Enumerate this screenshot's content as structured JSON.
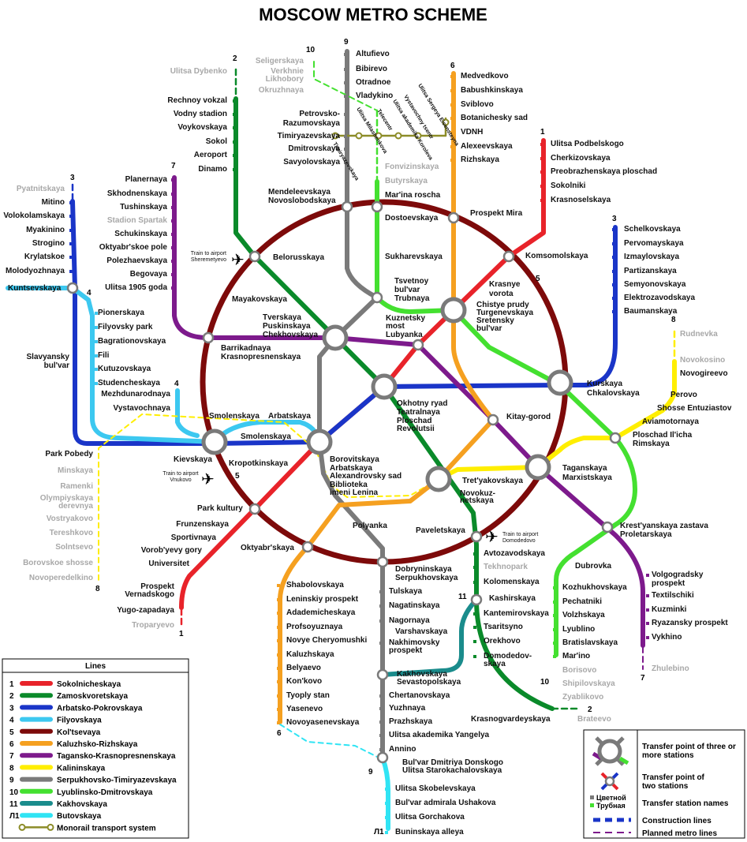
{
  "title": "MOSCOW METRO SCHEME",
  "colors": {
    "l1": "#e8232a",
    "l2": "#0a8a2a",
    "l3": "#1a35c8",
    "l4": "#3cc8f0",
    "l5": "#7d0a0a",
    "l6": "#f5a020",
    "l7": "#7d1a8c",
    "l8": "#ffee00",
    "l9": "#7a7a7a",
    "l10": "#44e030",
    "l11": "#1a8c8c",
    "l12": "#30e4f4",
    "mono": "#8c8c28"
  },
  "line_numbers": {
    "n1a": "1",
    "n1b": "1",
    "n2a": "2",
    "n2b": "2",
    "n3a": "3",
    "n3b": "3",
    "n4": "4",
    "n4b": "4",
    "n5": "5",
    "n5b": "5",
    "n6a": "6",
    "n6b": "6",
    "n7a": "7",
    "n7b": "7",
    "n8a": "8",
    "n8b": "8",
    "n9a": "9",
    "n9b": "9",
    "n10a": "10",
    "n10b": "10",
    "n11": "11",
    "nL1": "Л1"
  },
  "stations": {
    "altufievo": "Altufievo",
    "bibirevo": "Bibirevo",
    "otradnoe": "Otradnoe",
    "vladykino": "Vladykino",
    "petrovsko1": "Petrovsko-",
    "petrovsko2": "Razumovskaya",
    "timiryazevskaya": "Timiryazevskaya",
    "dmitrovskaya": "Dmitrovskaya",
    "savyolovskaya": "Savyolovskaya",
    "seligerskaya": "Seligerskaya",
    "verkhnie": "Verkhnie",
    "likhobory": "Likhobory",
    "okruzhnaya": "Okruzhnaya",
    "dybenko": "Ulitsa Dybenko",
    "rechnoy": "Rechnoy vokzal",
    "vodny": "Vodny stadion",
    "voykovskaya": "Voykovskaya",
    "sokol": "Sokol",
    "aeroport": "Aeroport",
    "dinamo": "Dinamo",
    "medvedkovo": "Medvedkovo",
    "babushkinskaya": "Babushkinskaya",
    "sviblovo": "Sviblovo",
    "botanichesky": "Botanichesky sad",
    "vdnh": "VDNH",
    "alexeevskaya": "Alexeevskaya",
    "rizhskaya": "Rizhskaya",
    "podbelskogo": "Ulitsa Podbelskogo",
    "cherkizovskaya": "Cherkizovskaya",
    "preobrazhenskaya": "Preobrazhenskaya ploschad",
    "sokolniki": "Sokolniki",
    "krasnoselskaya": "Krasnoselskaya",
    "fonvizinskaya": "Fonvizinskaya",
    "butyrskaya": "Butyrskaya",
    "marina_roscha": "Mar'ina roscha",
    "mendeleevskaya": "Mendeleevskaya",
    "novoslobodskaya": "Novoslobodskaya",
    "dostoevskaya": "Dostoevskaya",
    "prospekt_mira": "Prospekt Mira",
    "pyatnitskaya": "Pyatnitskaya",
    "mitino": "Mitino",
    "volokolamskaya": "Volokolamskaya",
    "myakinino": "Myakinino",
    "strogino": "Strogino",
    "krylatskoe": "Krylatskoe",
    "molodyozhnaya": "Molodyozhnaya",
    "kuntsevskaya": "Kuntsevskaya",
    "planernaya": "Planernaya",
    "skhodnenskaya": "Skhodnenskaya",
    "tushinskaya": "Tushinskaya",
    "spartak": "Stadion Spartak",
    "schukinskaya": "Schukinskaya",
    "oktyabrskoe": "Oktyabr'skoe pole",
    "polezhaevskaya": "Polezhaevskaya",
    "begovaya": "Begovaya",
    "ulitsa1905": "Ulitsa 1905 goda",
    "belorusskaya": "Belorusskaya",
    "sukharevskaya": "Sukharevskaya",
    "komsomolskaya": "Komsomolskaya",
    "krasnye1": "Krasnye",
    "krasnye2": "vorota",
    "tsvetnoy1": "Tsvetnoy",
    "tsvetnoy2": "bul'var",
    "trubnaya": "Trubnaya",
    "mayakovskaya": "Mayakovskaya",
    "chistye": "Chistye prudy",
    "turgenevskaya": "Turgenevskaya",
    "sretensky1": "Sretensky",
    "sretensky2": "bul'var",
    "tverskaya": "Tverskaya",
    "pushkinskaya": "Puskinskaya",
    "chekhovskaya": "Chekhovskaya",
    "kuznetsky1": "Kuznetsky",
    "kuznetsky2": "most",
    "lubyanka": "Lubyanka",
    "pionerskaya": "Pionerskaya",
    "filyovsky": "Filyovsky park",
    "bagrationovskaya": "Bagrationovskaya",
    "fili": "Fili",
    "kutuzovskaya": "Kutuzovskaya",
    "studencheskaya": "Studencheskaya",
    "mezhdunarodnaya": "Mezhdunarodnaya",
    "vystavochnaya": "Vystavochnaya",
    "barrikadnaya": "Barrikadnaya",
    "krasnopresnenskaya": "Krasnopresnenskaya",
    "slavyansky1": "Slavyansky",
    "slavyansky2": "bul'var",
    "schelkovskaya": "Schelkovskaya",
    "pervomayskaya": "Pervomayskaya",
    "izmaylovskaya": "Izmaylovskaya",
    "partizanskaya": "Partizanskaya",
    "semyonovskaya": "Semyonovskaya",
    "elektrozavodskaya": "Elektrozavodskaya",
    "baumanskaya": "Baumanskaya",
    "kurskaya": "Kurskaya",
    "chkalovskaya": "Chkalovskaya",
    "rudnevka": "Rudnevka",
    "novokosino": "Novokosino",
    "novogireevo": "Novogireevo",
    "perovo": "Perovo",
    "entuziastov": "Shosse Entuziastov",
    "aviamotornaya": "Aviamotornaya",
    "ilicha": "Ploschad Il'icha",
    "rimskaya": "Rimskaya",
    "okhotny": "Okhotny ryad",
    "teatralnaya": "Teatralnaya",
    "revolutsii1": "Ploschad",
    "revolutsii2": "Revolutsii",
    "kitay": "Kitay-gorod",
    "smolenskaya_a": "Smolenskaya",
    "arbatskaya_a": "Arbatskaya",
    "smolenskaya_b": "Smolenskaya",
    "kievskaya": "Kievskaya",
    "kropotkinskaya": "Kropotkinskaya",
    "borovitskaya": "Borovitskaya",
    "arbatskaya_b": "Arbatskaya",
    "alexandrovsky": "Alexandrovsky sad",
    "biblioteka1": "Biblioteka",
    "biblioteka2": "imeni Lenina",
    "park_pobedy": "Park Pobedy",
    "taganskaya": "Taganskaya",
    "marxistskaya": "Marxistskaya",
    "tretyakovskaya": "Tret'yakovskaya",
    "novokuz1": "Novokuz-",
    "novokuz2": "netskaya",
    "minskaya": "Minskaya",
    "ramenki": "Ramenki",
    "olymp1": "Olympiyskaya",
    "olymp2": "derevnya",
    "vostryakovo": "Vostryakovo",
    "tereshkovo": "Tereshkovo",
    "solntsevo": "Solntsevo",
    "borovskoe": "Borovskoe shosse",
    "novoperedelkino": "Novoperedelkino",
    "park_kultury": "Park kultury",
    "frunzenskaya": "Frunzenskaya",
    "sportivnaya": "Sportivnaya",
    "vorobyevy": "Vorob'yevy gory",
    "universitet": "Universitet",
    "vernadskogo1": "Prospekt",
    "vernadskogo2": "Vernadskogo",
    "yugo": "Yugo-zapadaya",
    "troparyevo": "Troparyevo",
    "polyanka": "Polyanka",
    "paveletskaya": "Paveletskaya",
    "oktyabrskaya": "Oktyabr'skaya",
    "krestyanskaya": "Krest'yanskaya zastava",
    "proletarskaya": "Proletarskaya",
    "avtozavodskaya": "Avtozavodskaya",
    "tekhnopark": "Tekhnopark",
    "kolomenskaya": "Kolomenskaya",
    "kashirskaya": "Kashirskaya",
    "kantemirovskaya": "Kantemirovskaya",
    "tsaritsyno": "Tsaritsyno",
    "orekhovo": "Orekhovo",
    "domodedov1": "Domodedov-",
    "domodedov2": "skaya",
    "krasnogvard": "Krasnogvardeyskaya",
    "brateevo": "Brateevo",
    "dobryninskaya": "Dobryninskaya",
    "serpukhovskaya": "Serpukhovskaya",
    "tulskaya": "Tulskaya",
    "nagatinskaya": "Nagatinskaya",
    "nagornaya": "Nagornaya",
    "varshavskaya": "Varshavskaya",
    "nakhimovsky1": "Nakhimovsky",
    "nakhimovsky2": "prospekt",
    "kakhovskaya": "Kakhovskaya",
    "sevastopolskaya": "Sevastopolskaya",
    "chertanovskaya": "Chertanovskaya",
    "yuzhnaya": "Yuzhnaya",
    "prazhskaya": "Prazhskaya",
    "yangelya": "Ulitsa akademika Yangelya",
    "annino": "Annino",
    "donskogo": "Bul'var Dmitriya Donskogo",
    "starokach": "Ulitsa Starokachalovskaya",
    "skobelevskaya": "Ulitsa Skobelevskaya",
    "ushakova": "Bul'var admirala Ushakova",
    "gorchakova": "Ulitsa Gorchakova",
    "buninskaya": "Buninskaya alleya",
    "shabolovskaya": "Shabolovskaya",
    "leninsky": "Leninskiy prospekt",
    "akademicheskaya": "Adademicheskaya",
    "profsoyuznaya": "Profsoyuznaya",
    "cheryomushki": "Novye Cheryomushki",
    "kaluzhskaya": "Kaluzhskaya",
    "belyaevo": "Belyaevo",
    "konkovo": "Kon'kovo",
    "typoly": "Tyoply stan",
    "yasenevo": "Yasenevo",
    "novoyasenevskaya": "Novoyasenevskaya",
    "dubrovka": "Dubrovka",
    "kozhukhovskaya": "Kozhukhovskaya",
    "pechatniki": "Pechatniki",
    "volzhskaya": "Volzhskaya",
    "lyublino": "Lyublino",
    "bratislavskaya": "Bratislavskaya",
    "marino": "Mar'ino",
    "borisovo": "Borisovo",
    "shipilovskaya": "Shipilovskaya",
    "zyablikovo": "Zyablikovo",
    "volgogradsky1": "Volgogradsky",
    "volgogradsky2": "prospekt",
    "textilschiki": "Textilschiki",
    "kuzminki": "Kuzminki",
    "ryazansky": "Ryazansky prospekt",
    "vykhino": "Vykhino",
    "zhulebino": "Zhulebino",
    "mono1": "Timiryazevskaya",
    "mono2": "Ulitsa Milashenkova",
    "mono3": "Telecentr",
    "mono4": "Ulitsa akademika Koroleva",
    "mono5": "Vystavochny tsentr",
    "mono6": "Ulitsa Sergeya Eisensteyna"
  },
  "airports": {
    "sheremetyevo1": "Train to airport",
    "sheremetyevo2": "Sheremetyevo",
    "vnukovo1": "Train to airport",
    "vnukovo2": "Vnukovo",
    "domodedovo1": "Train to airport",
    "domodedovo2": "Domodedovo"
  },
  "legend": {
    "title": "Lines",
    "lines": [
      {
        "num": "1",
        "name": "Sokolnicheskaya",
        "color": "#e8232a"
      },
      {
        "num": "2",
        "name": "Zamoskvoretskaya",
        "color": "#0a8a2a"
      },
      {
        "num": "3",
        "name": "Arbatsko-Pokrovskaya",
        "color": "#1a35c8"
      },
      {
        "num": "4",
        "name": "Filyovskaya",
        "color": "#3cc8f0"
      },
      {
        "num": "5",
        "name": "Kol'tsevaya",
        "color": "#7d0a0a"
      },
      {
        "num": "6",
        "name": "Kaluzhsko-Rizhskaya",
        "color": "#f5a020"
      },
      {
        "num": "7",
        "name": "Tagansko-Krasnopresnenskaya",
        "color": "#7d1a8c"
      },
      {
        "num": "8",
        "name": "Kalininskaya",
        "color": "#ffee00"
      },
      {
        "num": "9",
        "name": "Serpukhovsko-Timiryazevskaya",
        "color": "#7a7a7a"
      },
      {
        "num": "10",
        "name": "Lyublinsko-Dmitrovskaya",
        "color": "#44e030"
      },
      {
        "num": "11",
        "name": "Kakhovskaya",
        "color": "#1a8c8c"
      },
      {
        "num": "Л1",
        "name": "Butovskaya",
        "color": "#30e4f4"
      },
      {
        "num": "",
        "name": "Monorail transport system",
        "color": "#8c8c28"
      }
    ]
  },
  "key": {
    "transfer3_1": "Transfer point of three or",
    "transfer3_2": "more stations",
    "transfer2_1": "Transfer point of",
    "transfer2_2": "two stations",
    "names_a": "Цветной",
    "names_b": "Трубная",
    "names_label": "Transfer station names",
    "construction": "Construction lines",
    "planned": "Planned metro lines"
  }
}
